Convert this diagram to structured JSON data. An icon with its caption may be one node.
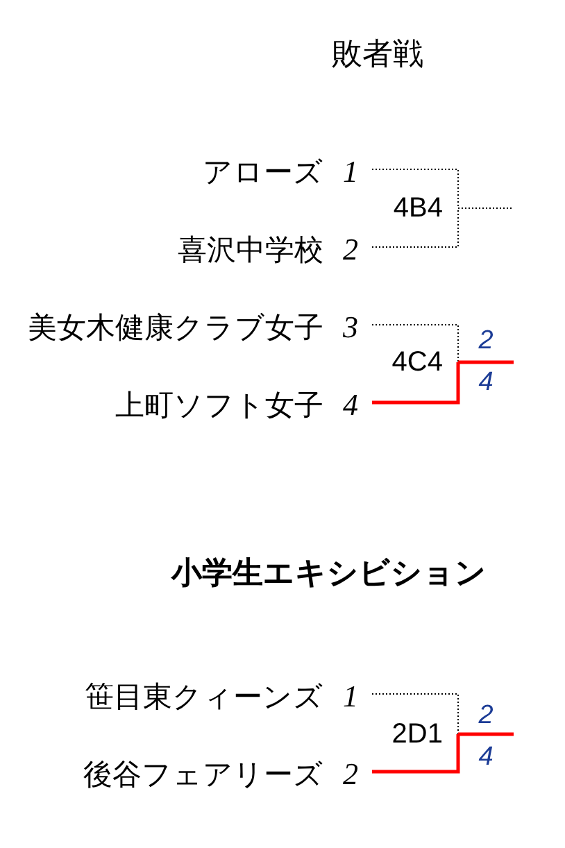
{
  "diagram": {
    "title": "敗者戦",
    "nodes": [
      {
        "text": [
          "アローズ"
        ],
        "beside": [
          "1"
        ]
      },
      {
        "text": [
          "4B4"
        ]
      },
      {
        "text": [
          "喜沢中学校"
        ],
        "beside": [
          "2"
        ]
      },
      {
        "text": [
          "美女木健康クラブ女子"
        ],
        "beside": [
          "3"
        ]
      },
      {
        "text": [
          "4C4"
        ]
      },
      {
        "text": [
          "上町ソフト女子"
        ],
        "beside": [
          "4"
        ]
      },
      {
        "text": [
          "笹目東クィーンズ"
        ],
        "beside": [
          "1"
        ]
      },
      {
        "text": [
          "2D1"
        ]
      },
      {
        "text": [
          "後谷フェアリーズ"
        ],
        "beside": [
          "2"
        ]
      }
    ],
    "edges": [
      {
        "from": 0,
        "to": 1,
        "arrow": "none",
        "style": "dashed"
      },
      {
        "from": 2,
        "to": 1,
        "arrow": "none",
        "style": "dashed"
      },
      {
        "from": 1,
        "to": null,
        "arrow": "none",
        "style": "dashed"
      },
      {
        "from": 3,
        "to": 4,
        "arrow": "none",
        "style": "dashed"
      },
      {
        "from": 5,
        "to": 4,
        "arrow": "none",
        "style": "thick",
        "color": "#ff0000"
      },
      {
        "from": 4,
        "to": null,
        "arrow": "none",
        "style": "thick",
        "color": "#ff0000"
      },
      {
        "from": 6,
        "to": 7,
        "arrow": "none",
        "style": "dashed"
      },
      {
        "from": 8,
        "to": 7,
        "arrow": "none",
        "style": "thick",
        "color": "#ff0000"
      },
      {
        "from": 7,
        "to": null,
        "arrow": "none",
        "style": "thick",
        "color": "#ff0000"
      }
    ],
    "labels": [
      "2",
      "4",
      "小学生エキシビション",
      "2",
      "4"
    ]
  }
}
